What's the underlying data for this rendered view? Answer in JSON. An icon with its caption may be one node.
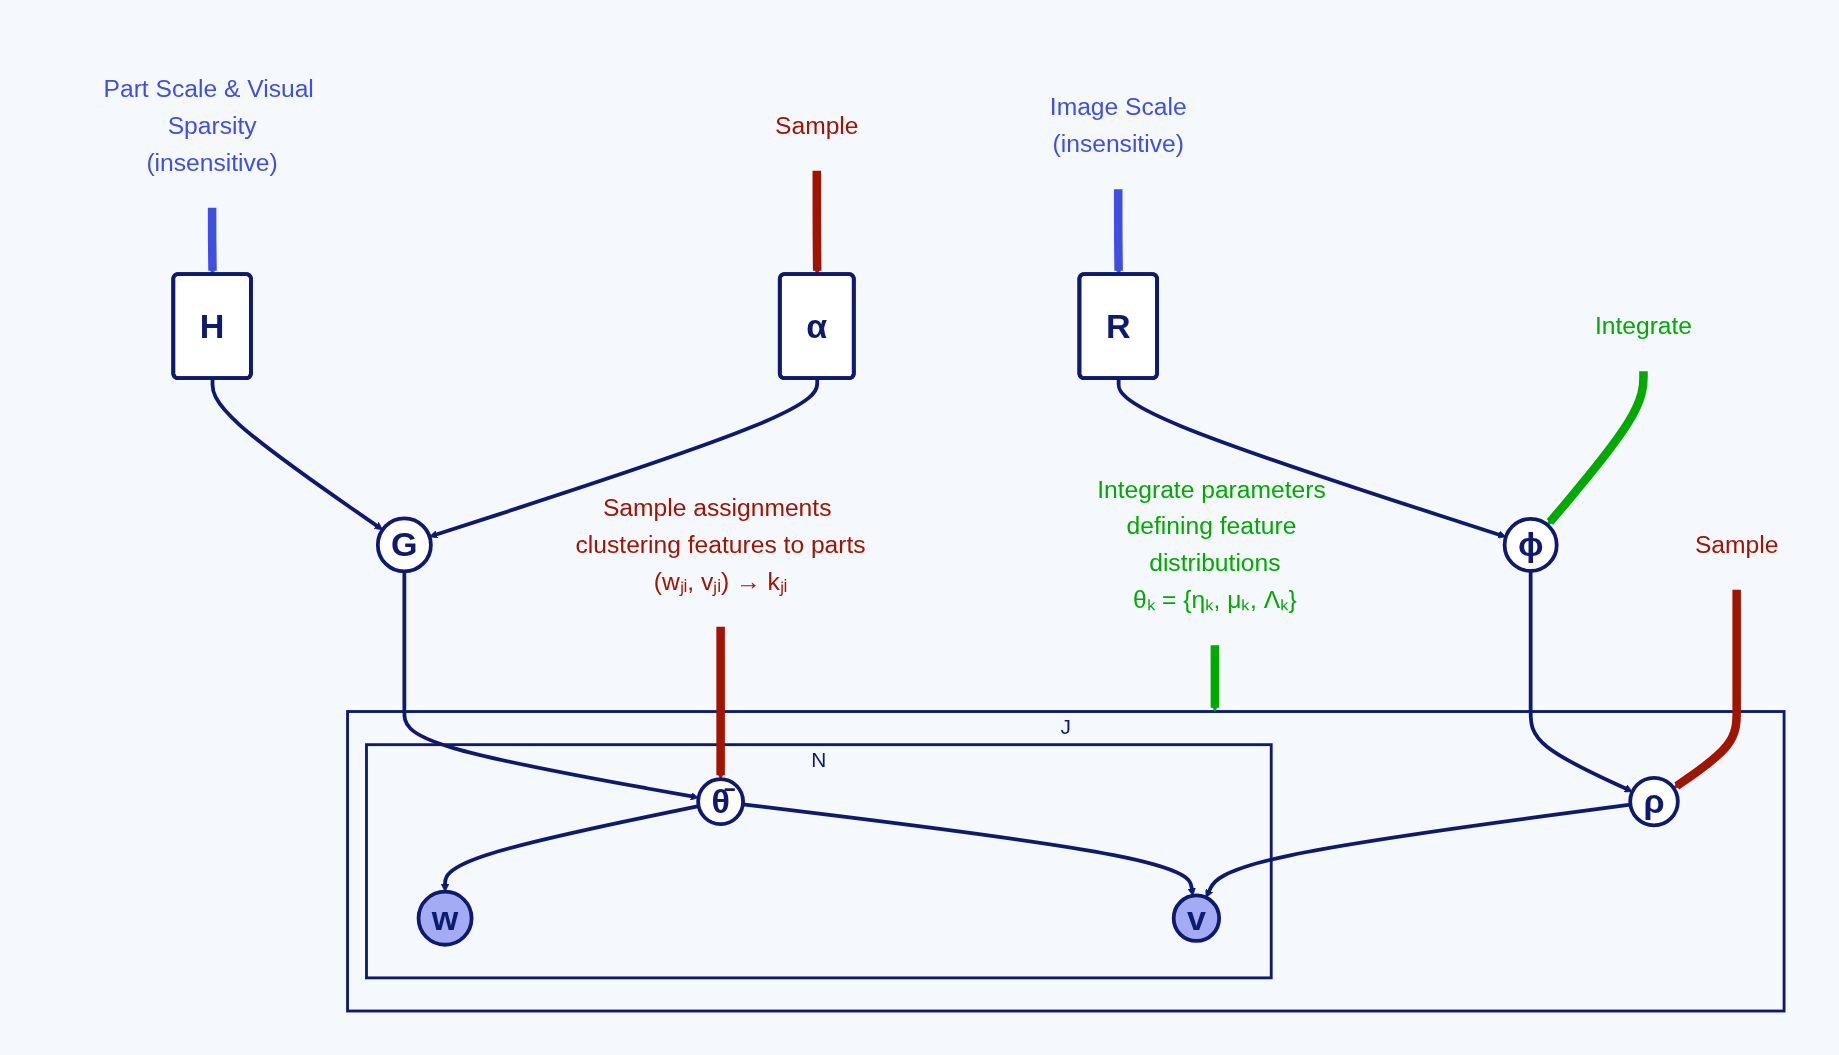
{
  "diagram": {
    "nodes": [
      {
        "text": [
          "Part Scale & Visual Sparsity",
          "(insensitive)"
        ]
      },
      {
        "text": [
          "H"
        ]
      },
      {
        "text": [
          "R"
        ]
      },
      {
        "text": [
          "Image Scale",
          "(insensitive)"
        ]
      },
      {
        "text": [
          "Sample"
        ]
      },
      {
        "text": [
          "α"
        ]
      },
      {
        "text": [
          "G"
        ]
      },
      {
        "text": [
          "ϕ"
        ]
      },
      {
        "text": [
          "Integrate"
        ]
      },
      {
        "text": [
          "J"
        ]
      },
      {
        "text": [
          "Integrate parameters defining feature distributions",
          "θₖ = {ηₖ, μₖ, Λₖ}"
        ]
      },
      {
        "text": [
          "ρ"
        ],
        "in": 9
      },
      {
        "text": [
          "Sample"
        ]
      },
      {
        "text": [
          "N"
        ],
        "in": 9
      },
      {
        "text": [
          "θ̄"
        ],
        "in": 13
      },
      {
        "text": [
          "Sample assignments clustering features to parts",
          "(wⱼᵢ, vⱼᵢ) → kⱼᵢ"
        ]
      },
      {
        "text": [
          "w"
        ],
        "in": 13
      },
      {
        "text": [
          "v"
        ],
        "in": 13
      }
    ],
    "edges": [
      {
        "from": 0,
        "to": 1,
        "arrow": "to",
        "style": "thick",
        "color": "#3f4fe0"
      },
      {
        "from": 3,
        "to": 2,
        "arrow": "to",
        "style": "thick",
        "color": "#3f4fe0"
      },
      {
        "from": 4,
        "to": 5,
        "arrow": "to",
        "style": "thick",
        "color": "#a01400"
      },
      {
        "from": 1,
        "to": 6,
        "arrow": "to"
      },
      {
        "from": 2,
        "to": 7,
        "arrow": "to"
      },
      {
        "from": 5,
        "to": 6,
        "arrow": "to"
      },
      {
        "from": 8,
        "to": 7,
        "arrow": "to",
        "style": "thick",
        "color": "#00aa00"
      },
      {
        "from": 7,
        "to": 11,
        "arrow": "to"
      },
      {
        "from": 6,
        "to": 14,
        "arrow": "to"
      },
      {
        "from": 10,
        "to": 9,
        "arrow": "to",
        "style": "thick",
        "color": "#00aa00"
      },
      {
        "from": 12,
        "to": 11,
        "arrow": "to",
        "style": "thick",
        "color": "#a01400"
      },
      {
        "from": 15,
        "to": 14,
        "arrow": "to",
        "style": "thick",
        "color": "#a01400"
      },
      {
        "from": 14,
        "to": 16,
        "arrow": "to"
      },
      {
        "from": 14,
        "to": 17,
        "arrow": "to"
      },
      {
        "from": 11,
        "to": 17,
        "arrow": "to"
      }
    ]
  }
}
